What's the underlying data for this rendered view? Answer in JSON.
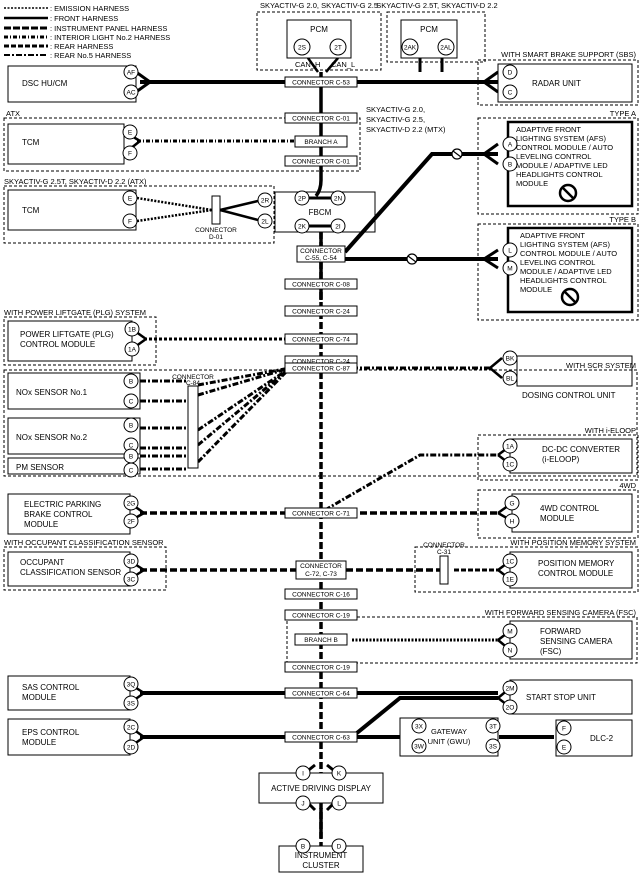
{
  "legend": [
    {
      "text": ": EMISSION HARNESS"
    },
    {
      "text": ": FRONT HARNESS"
    },
    {
      "text": ": INSTRUMENT PANEL HARNESS"
    },
    {
      "text": ": INTERIOR LIGHT No.2 HARNESS"
    },
    {
      "text": ": REAR HARNESS"
    },
    {
      "text": ": REAR No.5 HARNESS"
    }
  ],
  "groups": {
    "pcm_a": "SKYACTIV-G 2.0, SKYACTIV-G 2.5",
    "pcm_b": "SKYACTIV-G 2.5T, SKYACTIV-D 2.2",
    "sbs": "WITH SMART BRAKE SUPPORT (SBS)",
    "atx": "ATX",
    "mtx_line1": "SKYACTIV-G 2.0,",
    "mtx_line2": "SKYACTIV-G 2.5,",
    "mtx_line3": "SKYACTIV-D 2.2 (MTX)",
    "type_a": "TYPE A",
    "atx2": "SKYACTIV-G 2.5T, SKYACTIV-D 2.2 (ATX)",
    "type_b": "TYPE B",
    "plg": "WITH POWER LIFTGATE (PLG) SYSTEM",
    "scr": "WITH SCR SYSTEM",
    "ieloop": "WITH i-ELOOP",
    "fwd": "4WD",
    "ocs": "WITH OCCUPANT CLASSIFICATION SENSOR",
    "pms": "WITH POSITION MEMORY SYSTEM",
    "fsc": "WITH FORWARD SENSING CAMERA (FSC)"
  },
  "modules": {
    "pcm1": "PCM",
    "pcm2": "PCM",
    "dsc": "DSC HU/CM",
    "radar": "RADAR UNIT",
    "tcm1": "TCM",
    "tcm2": "TCM",
    "afs_a": [
      "ADAPTIVE FRONT",
      "LIGHTING SYSTEM (AFS)",
      "CONTROL MODULE / AUTO",
      "LEVELING CONTROL",
      "MODULE / ADAPTIVE LED",
      "HEADLIGHTS CONTROL",
      "MODULE"
    ],
    "afs_b": [
      "ADAPTIVE FRONT",
      "LIGHTING SYSTEM (AFS)",
      "CONTROL MODULE / AUTO",
      "LEVELING CONTROL",
      "MODULE / ADAPTIVE LED",
      "HEADLIGHTS CONTROL",
      "MODULE"
    ],
    "fbcm": "FBCM",
    "plg": [
      "POWER LIFTGATE (PLG)",
      "CONTROL MODULE"
    ],
    "nox1": "NOx SENSOR No.1",
    "nox2": "NOx SENSOR No.2",
    "pm": "PM SENSOR",
    "dosing": "DOSING CONTROL UNIT",
    "dcdc": [
      "DC-DC CONVERTER",
      "(i-ELOOP)"
    ],
    "epb": [
      "ELECTRIC PARKING",
      "BRAKE CONTROL",
      "MODULE"
    ],
    "awd": [
      "4WD CONTROL",
      "MODULE"
    ],
    "ocs": [
      "OCCUPANT",
      "CLASSIFICATION SENSOR"
    ],
    "pmcm": [
      "POSITION MEMORY",
      "CONTROL MODULE"
    ],
    "fsc": [
      "FORWARD",
      "SENSING CAMERA",
      "(FSC)"
    ],
    "sas": [
      "SAS CONTROL",
      "MODULE"
    ],
    "ssu": "START STOP UNIT",
    "eps": [
      "EPS CONTROL",
      "MODULE"
    ],
    "gwu": [
      "GATEWAY",
      "UNIT (GWU)"
    ],
    "dlc": "DLC-2",
    "ads": "ACTIVE DRIVING DISPLAY",
    "ic": [
      "INSTRUMENT",
      "CLUSTER"
    ]
  },
  "connectors": {
    "c53": "CONNECTOR C-53",
    "c01a": "CONNECTOR C-01",
    "brancha": "BRANCH A",
    "c01b": "CONNECTOR C-01",
    "d01": [
      "CONNECTOR",
      "D-01"
    ],
    "c55": [
      "CONNECTOR",
      "C-55, C-54"
    ],
    "c08": "CONNECTOR C-08",
    "c24a": "CONNECTOR C-24",
    "c74": "CONNECTOR C-74",
    "c24b": "CONNECTOR C-24",
    "c84": [
      "CONNECTOR",
      "C-84"
    ],
    "c87": "CONNECTOR C-87",
    "c71": "CONNECTOR C-71",
    "c72": [
      "CONNECTOR",
      "C-72, C-73"
    ],
    "c31": [
      "CONNECTOR",
      "C-31"
    ],
    "c16": "CONNECTOR C-16",
    "c19a": "CONNECTOR C-19",
    "branchb": "BRANCH B",
    "c19b": "CONNECTOR C-19",
    "c64": "CONNECTOR C-64",
    "c63": "CONNECTOR C-63"
  },
  "signals": {
    "can_h": "CAN_H",
    "can_l": "CAN_L"
  },
  "pins": {
    "pcm1": [
      "2S",
      "2T"
    ],
    "pcm2": [
      "2AK",
      "2AL"
    ],
    "dsc": [
      "AF",
      "AC"
    ],
    "radar": [
      "D",
      "C"
    ],
    "tcm1": [
      "E",
      "F"
    ],
    "afs_a": [
      "A",
      "B"
    ],
    "tcm2": [
      "E",
      "F"
    ],
    "tcm2_conn": [
      "2R",
      "2L"
    ],
    "fbcm": [
      "2P",
      "2N",
      "2K",
      "2I"
    ],
    "afs_b": [
      "L",
      "M"
    ],
    "plg": [
      "1B",
      "1A"
    ],
    "nox1": [
      "B",
      "C"
    ],
    "nox2": [
      "B",
      "C"
    ],
    "pm": [
      "B",
      "C"
    ],
    "dosing": [
      "BK",
      "BL"
    ],
    "dcdc": [
      "1A",
      "1C"
    ],
    "epb": [
      "2G",
      "2F"
    ],
    "awd": [
      "G",
      "H"
    ],
    "ocs": [
      "3D",
      "3C"
    ],
    "pmcm": [
      "1C",
      "1E"
    ],
    "fsc": [
      "M",
      "N"
    ],
    "sas": [
      "3Q",
      "3S"
    ],
    "ssu": [
      "2M",
      "2O"
    ],
    "eps": [
      "2C",
      "2D"
    ],
    "gwu_l": [
      "3X",
      "3W"
    ],
    "gwu_r": [
      "3T",
      "3S"
    ],
    "dlc": [
      "F",
      "E"
    ],
    "ads_top": [
      "I",
      "K"
    ],
    "ads_bot": [
      "J",
      "L"
    ],
    "ic": [
      "B",
      "D"
    ]
  }
}
